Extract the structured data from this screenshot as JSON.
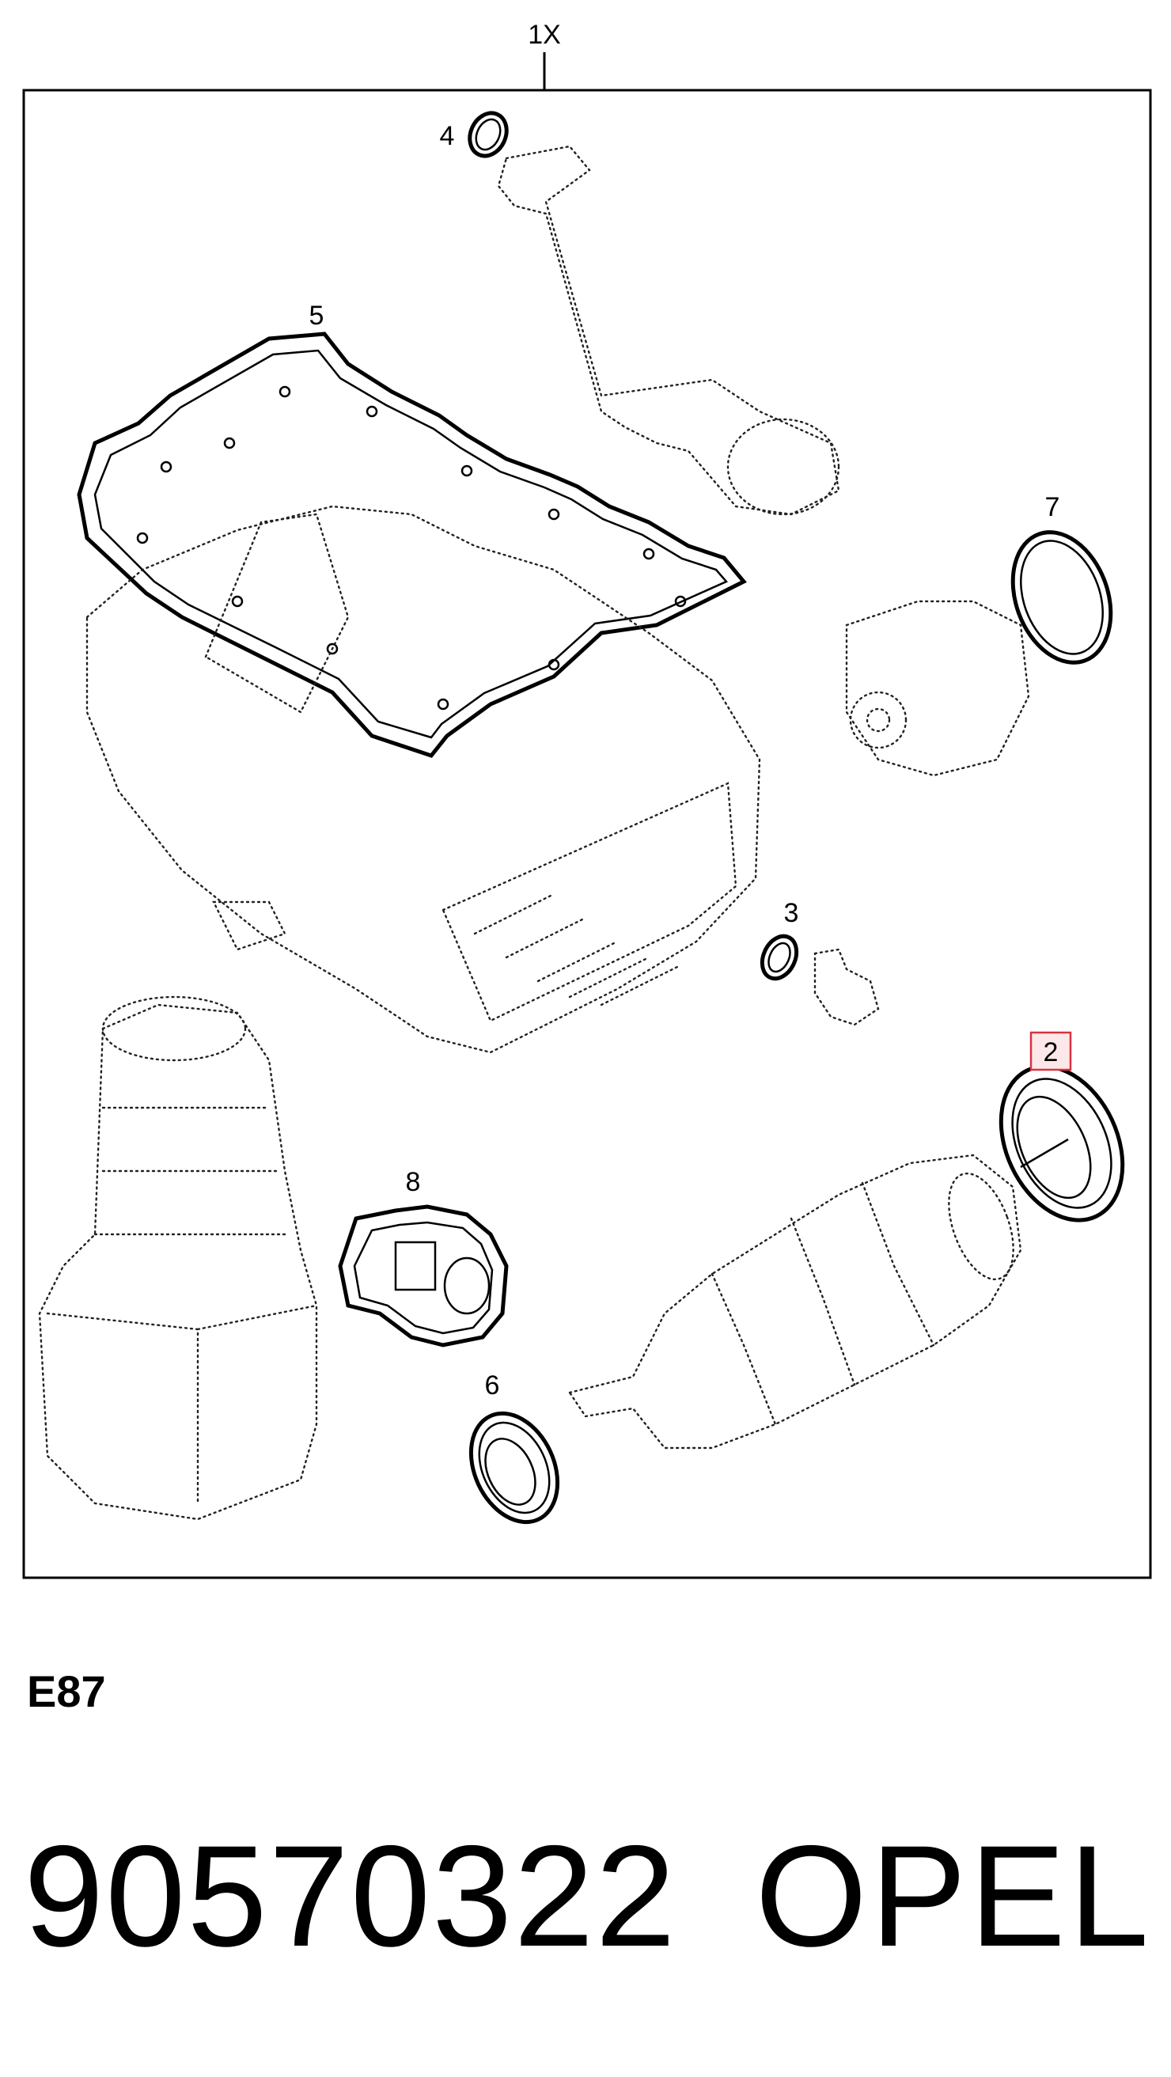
{
  "diagram": {
    "set_label": "1X",
    "callouts": {
      "c2": "2",
      "c3": "3",
      "c4": "4",
      "c5": "5",
      "c6": "6",
      "c7": "7",
      "c8": "8"
    },
    "highlighted_callout": "2",
    "highlight_color": "#d9333f"
  },
  "footer": {
    "section_code": "E87",
    "part_number": "90570322",
    "brand": "OPEL"
  }
}
